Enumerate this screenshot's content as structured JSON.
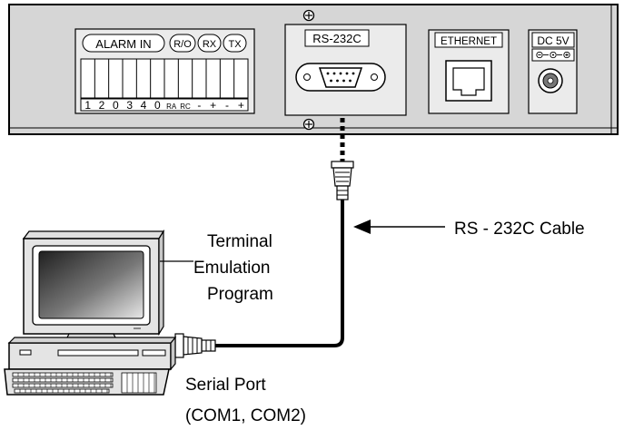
{
  "device": {
    "alarm_in": "ALARM IN",
    "ro": "R/O",
    "rx": "RX",
    "tx": "TX",
    "terminals": [
      "1",
      "2",
      "0",
      "3",
      "4",
      "0",
      "RA",
      "RC",
      "-",
      "+",
      "-",
      "+"
    ],
    "rs232c": "RS-232C",
    "ethernet": "ETHERNET",
    "dc": "DC 5V"
  },
  "labels": {
    "program": [
      "Terminal",
      "Emulation",
      "Program"
    ],
    "cable": "RS - 232C Cable",
    "serial_port": "Serial Port",
    "com_ports": "(COM1, COM2)"
  },
  "icons": [
    "screw-icon",
    "db9-connector-icon",
    "rj45-port-icon",
    "dc-jack-icon",
    "polarity-icon",
    "computer-icon",
    "keyboard-icon",
    "arrow-left-icon"
  ]
}
